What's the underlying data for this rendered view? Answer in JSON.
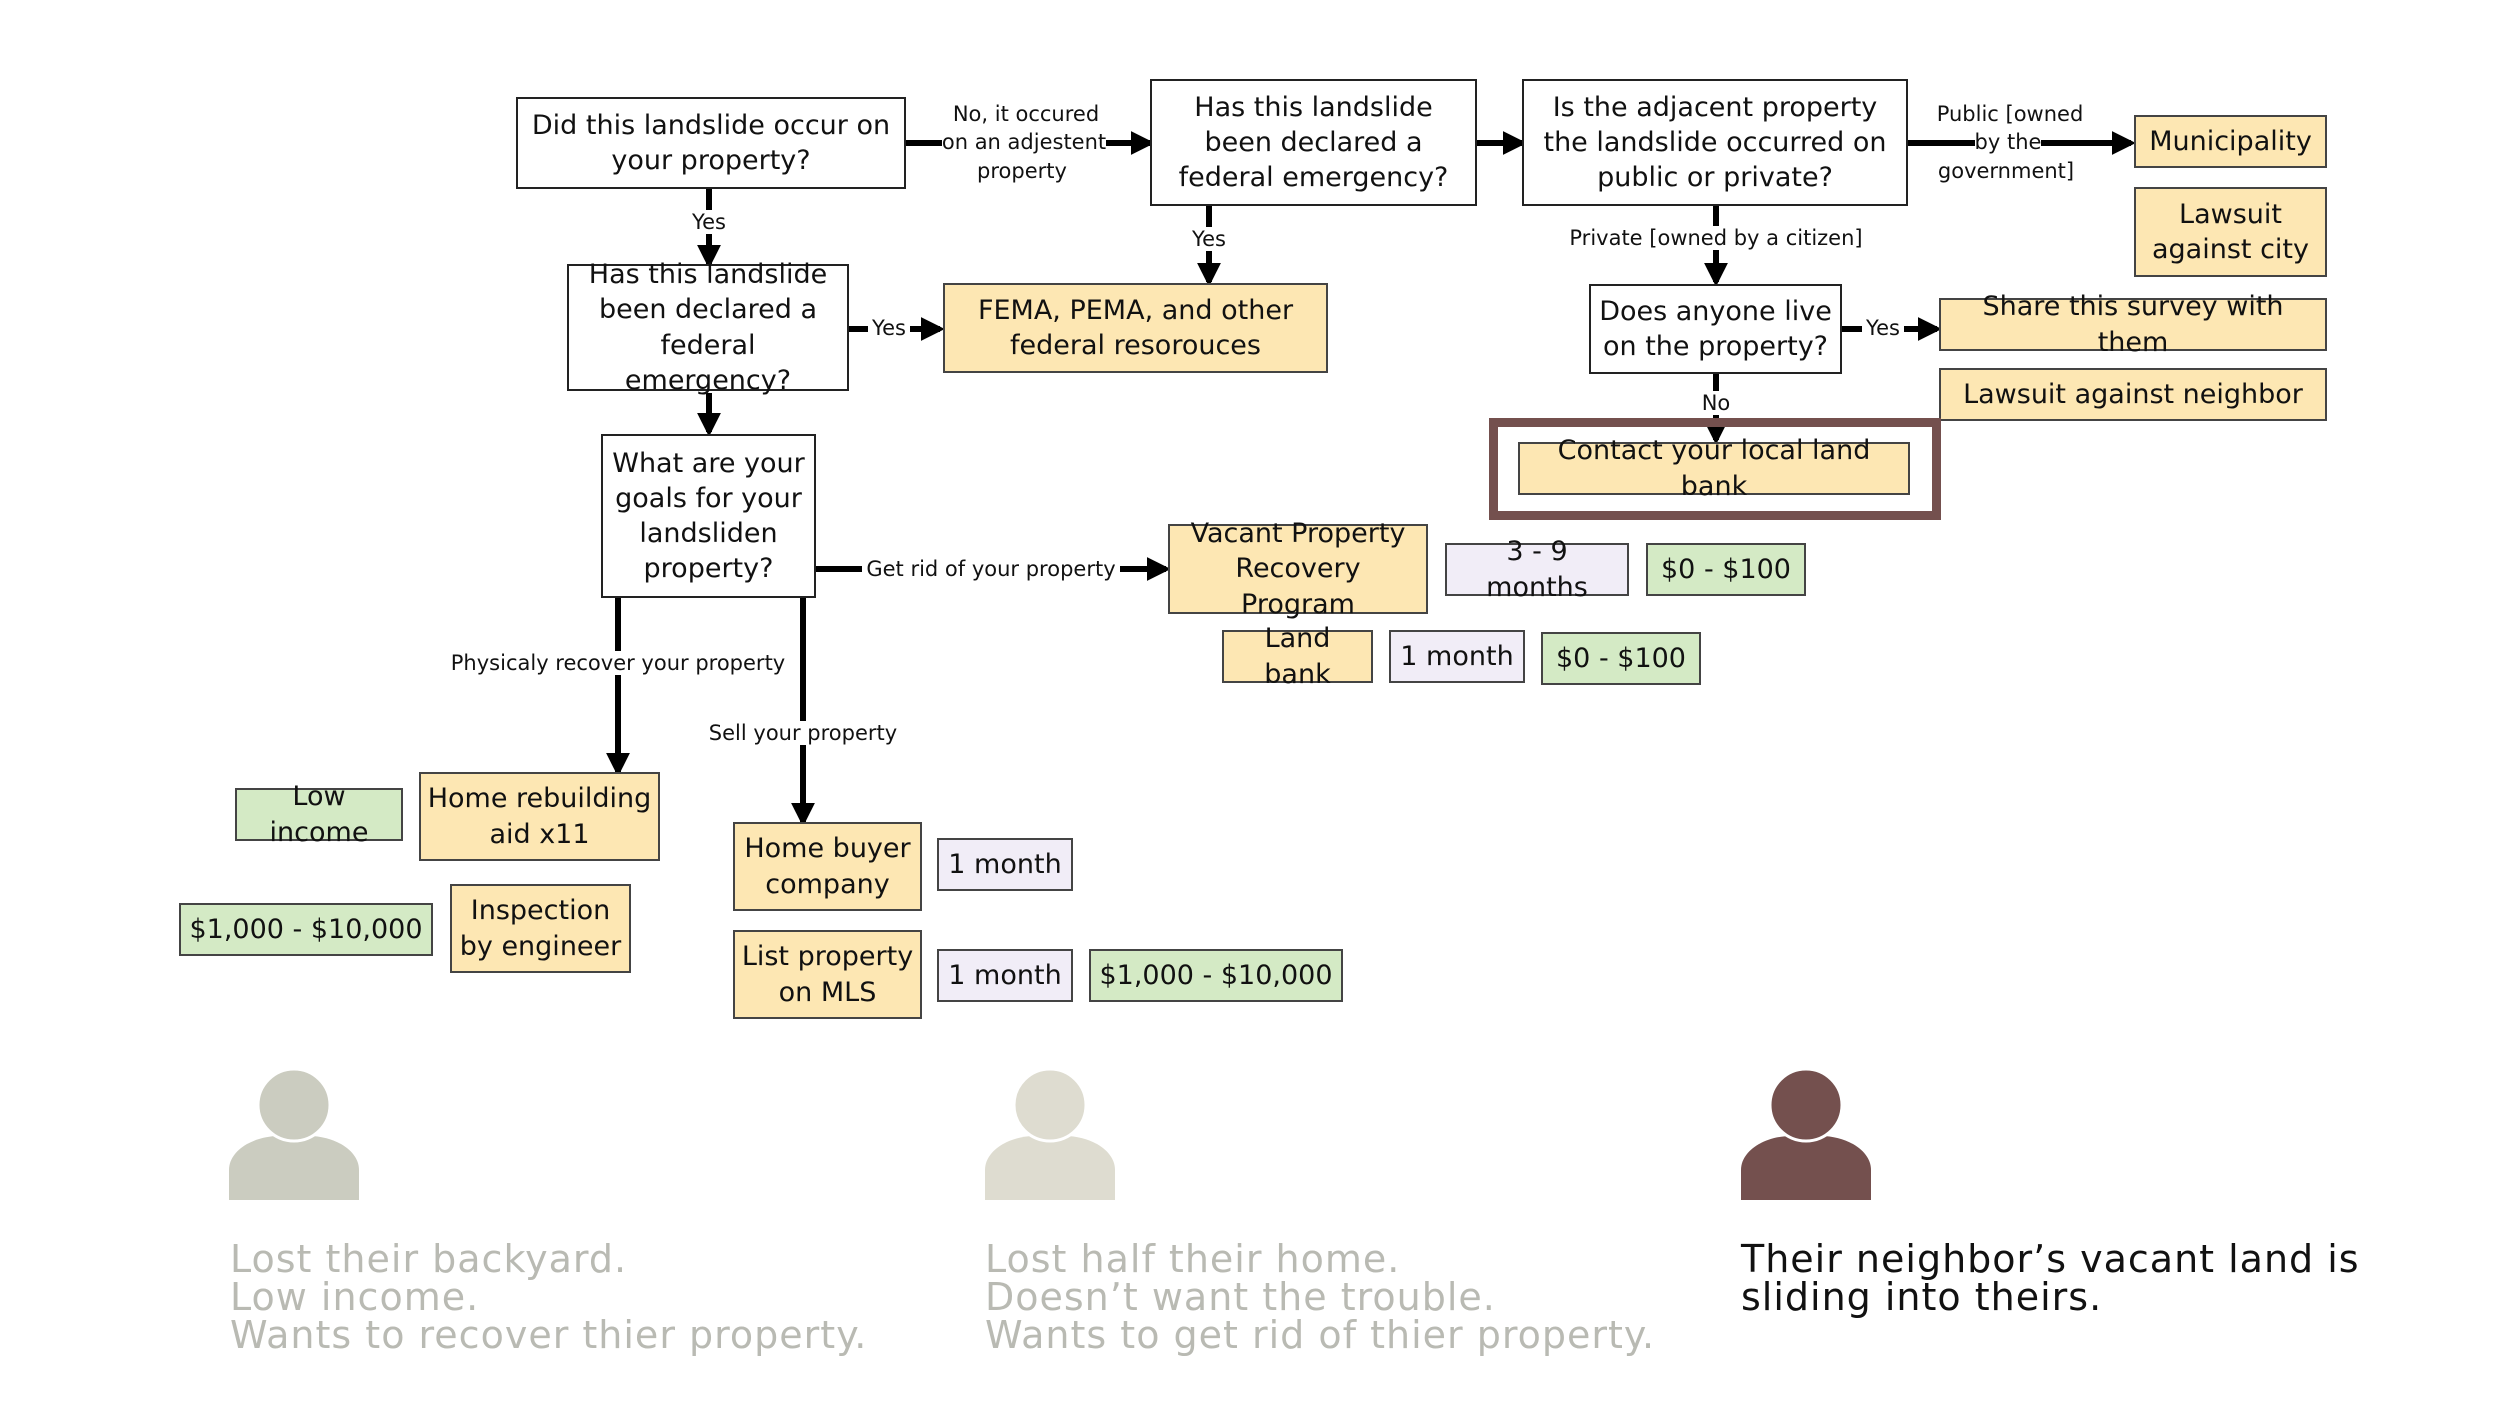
{
  "questions": {
    "occur_on_property": "Did this landslide occur on your property?",
    "declared_federal_top": "Has this landslide been declared a federal emergency?",
    "adjacent_public_private": "Is the adjacent property the landslide occurred on public or private?",
    "declared_federal_left": "Has this landslide been declared a federal emergency?",
    "anyone_live": "Does anyone live on the property?",
    "goals": "What are your goals for your landsliden property?"
  },
  "edge_labels": {
    "no_adjacent": "No, it occured on an adjestent property",
    "yes_1": "Yes",
    "yes_2": "Yes",
    "yes_3": "Yes",
    "yes_4": "Yes",
    "public": "Public [owned by the government]",
    "private": "Private [owned by a citizen]",
    "no": "No",
    "get_rid": "Get rid of your property",
    "physically_recover": "Physicaly recover your property",
    "sell": "Sell your property"
  },
  "outcomes": {
    "fema": "FEMA, PEMA, and other federal resorouces",
    "municipality": "Municipality",
    "lawsuit_city": "Lawsuit against city",
    "share_survey": "Share this survey with them",
    "lawsuit_neighbor": "Lawsuit against neighbor",
    "land_bank_contact": "Contact your local land bank",
    "vacant_program": "Vacant Property Recovery Program",
    "vacant_time": "3 - 9 months",
    "vacant_cost": "$0 - $100",
    "land_bank": "Land bank",
    "land_bank_time": "1 month",
    "land_bank_cost": "$0 - $100",
    "home_rebuilding": "Home rebuilding aid x11",
    "low_income": "Low income",
    "inspection": "Inspection by engineer",
    "inspection_cost": "$1,000 - $10,000",
    "home_buyer": "Home buyer company",
    "home_buyer_time": "1 month",
    "list_mls": "List property on MLS",
    "mls_time": "1 month",
    "mls_cost": "$1,000 - $10,000"
  },
  "personas": [
    {
      "icon": "person-icon",
      "color": "#cbccc0",
      "text_color": "#b9bab3",
      "lines": [
        "Lost their backyard.",
        "Low income.",
        "Wants to recover thier property."
      ]
    },
    {
      "icon": "person-icon",
      "color": "#dedcd0",
      "text_color": "#b9bab3",
      "lines": [
        "Lost half their home.",
        "Doesn’t want the trouble.",
        "Wants to get rid of thier property."
      ]
    },
    {
      "icon": "person-icon",
      "color": "#74504e",
      "text_color": "#111111",
      "lines": [
        "Their neighbor’s vacant land is",
        "sliding into theirs."
      ]
    }
  ],
  "colors": {
    "outcome_fill": "#fde7b3",
    "time_fill": "#f1edf7",
    "cost_fill": "#d4eac5",
    "highlight": "#74504e"
  }
}
